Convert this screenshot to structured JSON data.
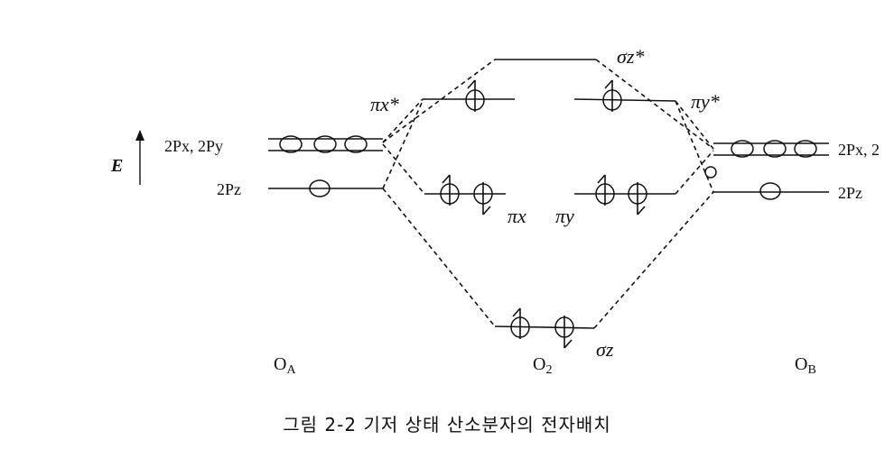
{
  "axis": {
    "label": "E"
  },
  "atoms": {
    "left": {
      "name": "O",
      "sub": "A",
      "p_degenerate_label": "2Px, 2Py",
      "pz_label": "2Pz"
    },
    "center": {
      "name": "O",
      "sub": "2"
    },
    "right": {
      "name": "O",
      "sub": "B",
      "p_degenerate_label": "2Px, 2",
      "pz_label": "2Pz"
    }
  },
  "molecular_orbitals": {
    "sigma_star": "σz*",
    "pi_x_star": "πx*",
    "pi_y_star": "πy*",
    "pi_x": "πx",
    "pi_y": "πy",
    "sigma": "σz"
  },
  "caption": "그림 2-2  기저 상태 산소분자의 전자배치"
}
